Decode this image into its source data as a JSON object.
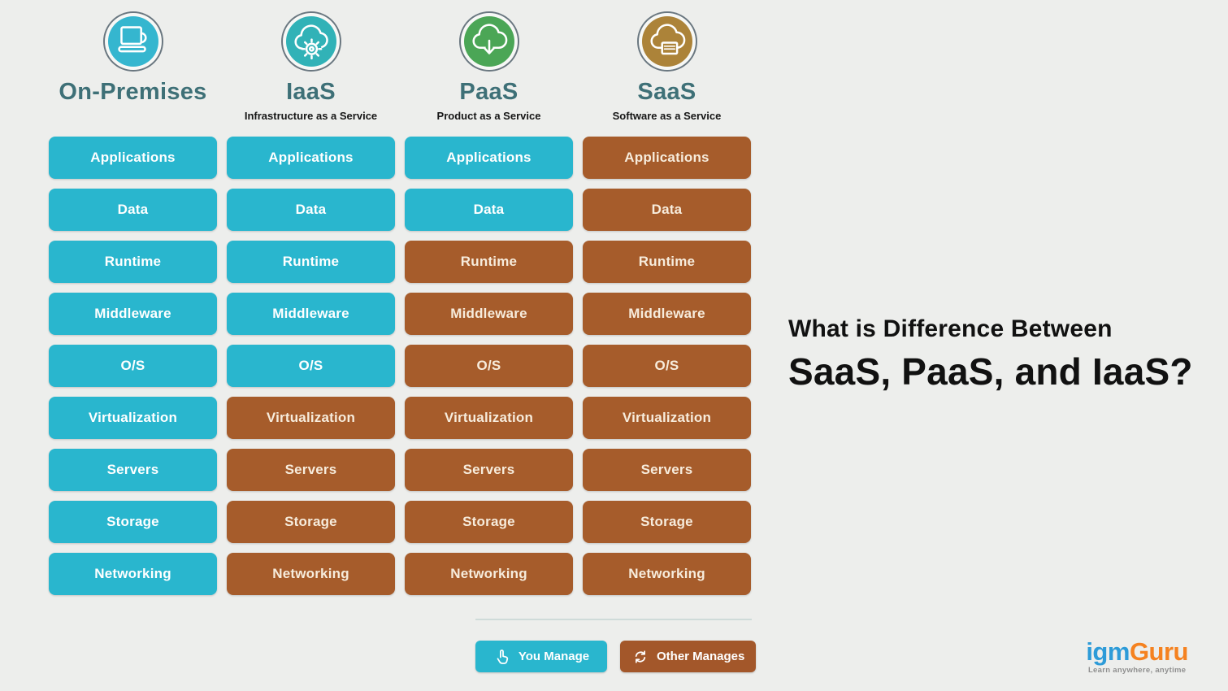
{
  "page": {
    "background": "#edeeec"
  },
  "colors": {
    "you_manage": "#29b6ce",
    "other_manages": "#a65c2b",
    "header_title": "#3e7077"
  },
  "title": {
    "line1": "What is Difference Between",
    "line2": "SaaS, PaaS, and IaaS?"
  },
  "columns": [
    {
      "title": "On-Premises",
      "subtitle": "",
      "icon": "laptop-icon",
      "icon_color": "#35b6cf",
      "cells": [
        {
          "label": "Applications",
          "managed": "you"
        },
        {
          "label": "Data",
          "managed": "you"
        },
        {
          "label": "Runtime",
          "managed": "you"
        },
        {
          "label": "Middleware",
          "managed": "you"
        },
        {
          "label": "O/S",
          "managed": "you"
        },
        {
          "label": "Virtualization",
          "managed": "you"
        },
        {
          "label": "Servers",
          "managed": "you"
        },
        {
          "label": "Storage",
          "managed": "you"
        },
        {
          "label": "Networking",
          "managed": "you"
        }
      ]
    },
    {
      "title": "IaaS",
      "subtitle": "Infrastructure as a Service",
      "icon": "cloud-gear-icon",
      "icon_color": "#31b2b7",
      "cells": [
        {
          "label": "Applications",
          "managed": "you"
        },
        {
          "label": "Data",
          "managed": "you"
        },
        {
          "label": "Runtime",
          "managed": "you"
        },
        {
          "label": "Middleware",
          "managed": "you"
        },
        {
          "label": "O/S",
          "managed": "you"
        },
        {
          "label": "Virtualization",
          "managed": "other"
        },
        {
          "label": "Servers",
          "managed": "other"
        },
        {
          "label": "Storage",
          "managed": "other"
        },
        {
          "label": "Networking",
          "managed": "other"
        }
      ]
    },
    {
      "title": "PaaS",
      "subtitle": "Product as a Service",
      "icon": "cloud-download-icon",
      "icon_color": "#4ba656",
      "cells": [
        {
          "label": "Applications",
          "managed": "you"
        },
        {
          "label": "Data",
          "managed": "you"
        },
        {
          "label": "Runtime",
          "managed": "other"
        },
        {
          "label": "Middleware",
          "managed": "other"
        },
        {
          "label": "O/S",
          "managed": "other"
        },
        {
          "label": "Virtualization",
          "managed": "other"
        },
        {
          "label": "Servers",
          "managed": "other"
        },
        {
          "label": "Storage",
          "managed": "other"
        },
        {
          "label": "Networking",
          "managed": "other"
        }
      ]
    },
    {
      "title": "SaaS",
      "subtitle": "Software as a Service",
      "icon": "cloud-document-icon",
      "icon_color": "#ac8339",
      "cells": [
        {
          "label": "Applications",
          "managed": "other"
        },
        {
          "label": "Data",
          "managed": "other"
        },
        {
          "label": "Runtime",
          "managed": "other"
        },
        {
          "label": "Middleware",
          "managed": "other"
        },
        {
          "label": "O/S",
          "managed": "other"
        },
        {
          "label": "Virtualization",
          "managed": "other"
        },
        {
          "label": "Servers",
          "managed": "other"
        },
        {
          "label": "Storage",
          "managed": "other"
        },
        {
          "label": "Networking",
          "managed": "other"
        }
      ]
    }
  ],
  "legend": {
    "you_manage": {
      "label": "You Manage",
      "color": "#29b6ce",
      "icon": "hand-pointer-icon"
    },
    "other_manages": {
      "label": "Other Manages",
      "color": "#a3572a",
      "icon": "sync-icon"
    }
  },
  "logo": {
    "part1": "igm",
    "part2": "Guru",
    "part1_color": "#2d9bd8",
    "part2_color": "#f58220",
    "tagline": "Learn anywhere, anytime"
  }
}
